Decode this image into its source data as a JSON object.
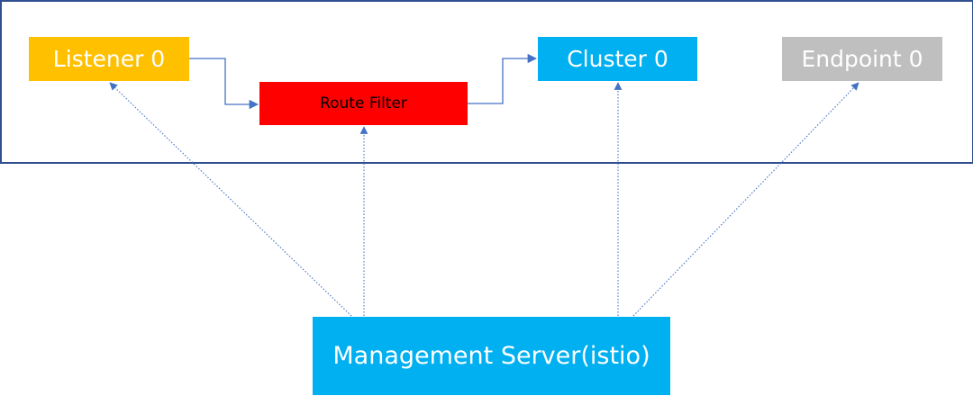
{
  "nodes": {
    "listener": {
      "label": "Listener 0",
      "color": "#ffc000"
    },
    "route_filter": {
      "label": "Route Filter",
      "color": "#ff0000"
    },
    "cluster": {
      "label": "Cluster 0",
      "color": "#00b0f0"
    },
    "endpoint": {
      "label": "Endpoint 0",
      "color": "#bfbfbf"
    },
    "management_server": {
      "label": "Management Server(istio)",
      "color": "#00b0f0"
    }
  },
  "edges": [
    {
      "from": "listener",
      "to": "route_filter",
      "style": "solid"
    },
    {
      "from": "route_filter",
      "to": "cluster",
      "style": "solid"
    },
    {
      "from": "management_server",
      "to": "listener",
      "style": "dotted"
    },
    {
      "from": "management_server",
      "to": "route_filter",
      "style": "dotted"
    },
    {
      "from": "management_server",
      "to": "cluster",
      "style": "dotted"
    },
    {
      "from": "management_server",
      "to": "endpoint",
      "style": "dotted"
    }
  ],
  "colors": {
    "frame_border": "#2f4f8f",
    "connector": "#4472c4"
  }
}
